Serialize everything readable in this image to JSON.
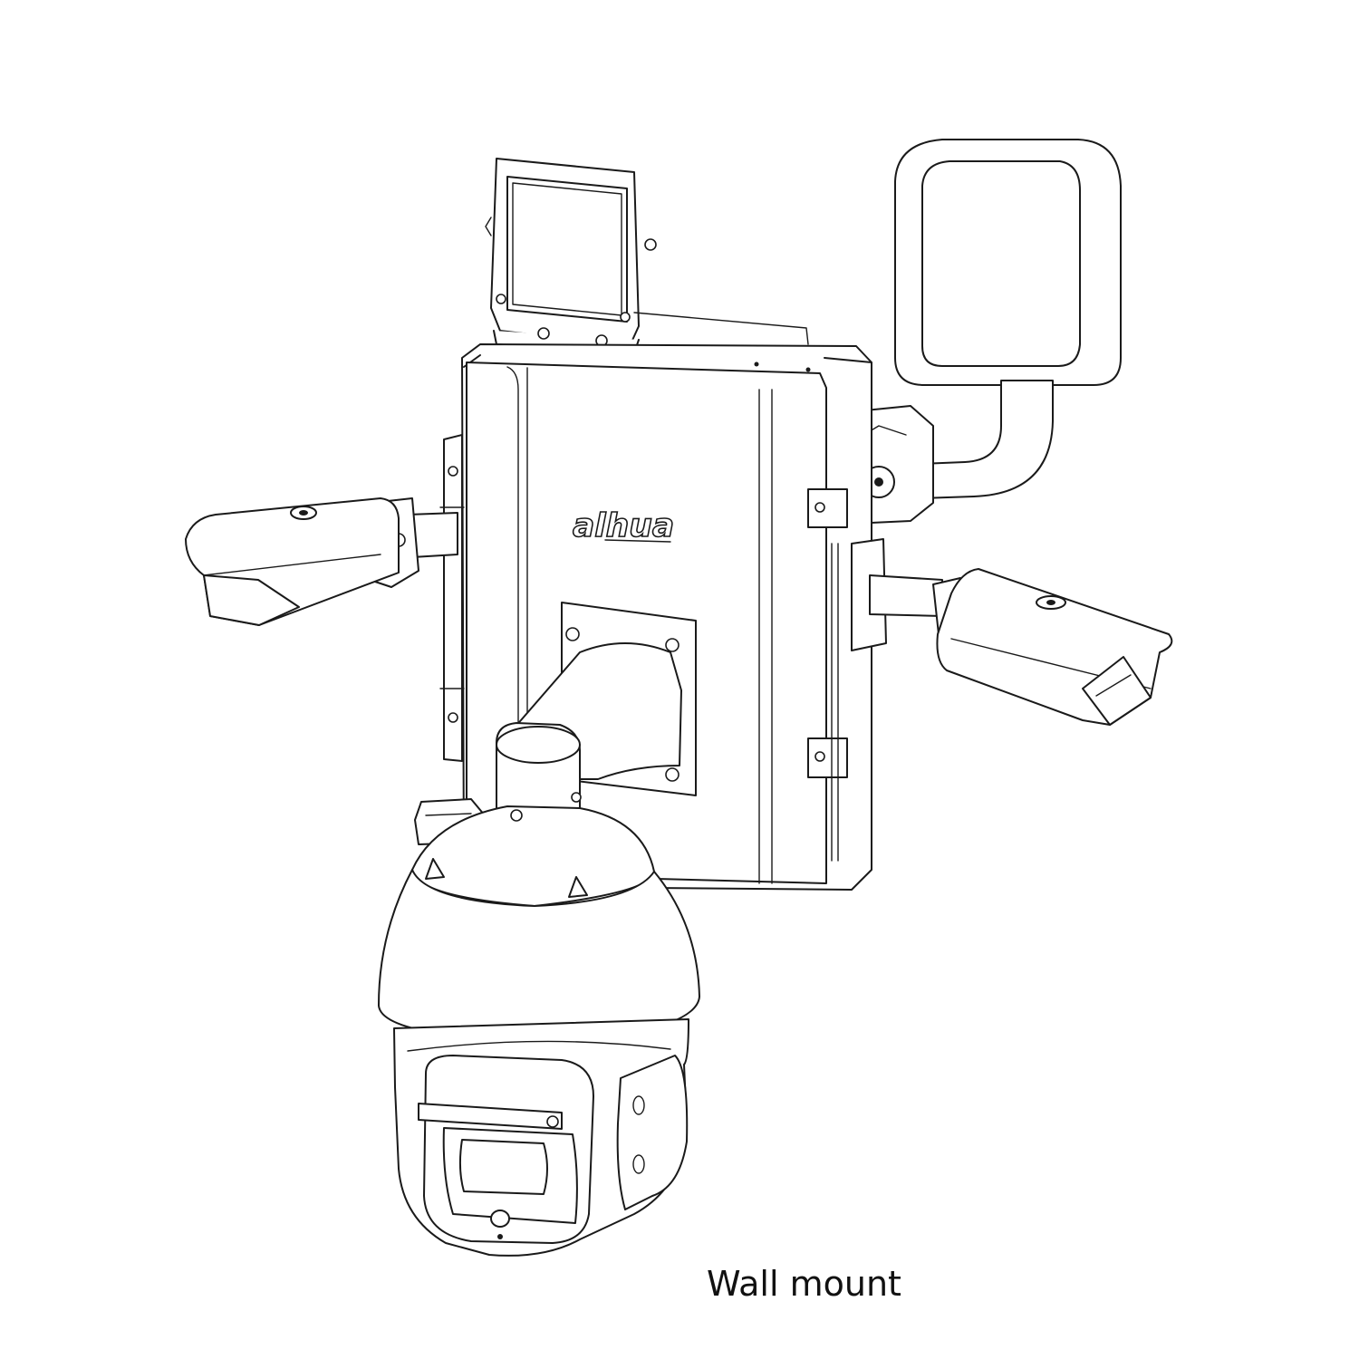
{
  "caption": "Wall mount",
  "logo_text": "alhua",
  "colors": {
    "line": "#1a1a1a",
    "background": "#ffffff",
    "caption": "#111111"
  },
  "components": [
    "enclosure-box",
    "illuminator-top",
    "radar-antenna",
    "bullet-camera-left",
    "bullet-camera-right",
    "ptz-dome-camera",
    "wall-bracket"
  ]
}
